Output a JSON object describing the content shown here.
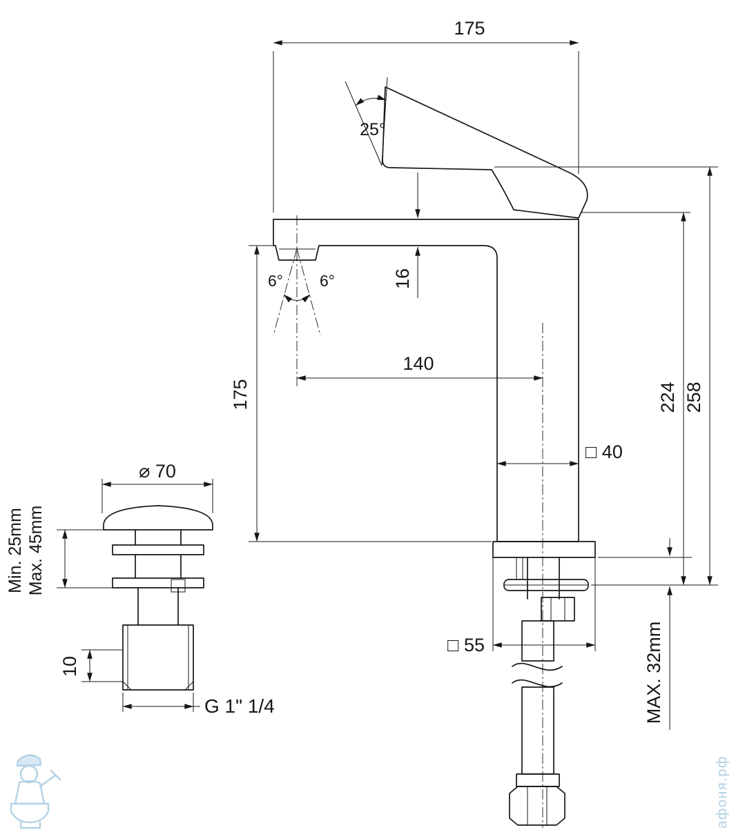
{
  "colors": {
    "line": "#161616",
    "watermark": "#aecfe4",
    "background": "#ffffff"
  },
  "faucet_dims": {
    "top_width": "175",
    "handle_angle": "25°",
    "spout_thickness": "16",
    "aerator_angle_left": "6°",
    "aerator_angle_right": "6°",
    "spout_reach": "140",
    "spout_height": "175",
    "height_to_cartridge": "224",
    "overall_height": "258",
    "body_section": "□ 40",
    "base_section": "□ 55",
    "max_deck_thickness": "MAX. 32mm"
  },
  "waste_dims": {
    "cap_diameter": "⌀ 70",
    "min_height": "Min. 25mm",
    "max_height": "Max. 45mm",
    "thread_exposed": "10",
    "thread_size": "G 1\" 1/4"
  },
  "watermark": {
    "brand": "афоня.рф"
  }
}
